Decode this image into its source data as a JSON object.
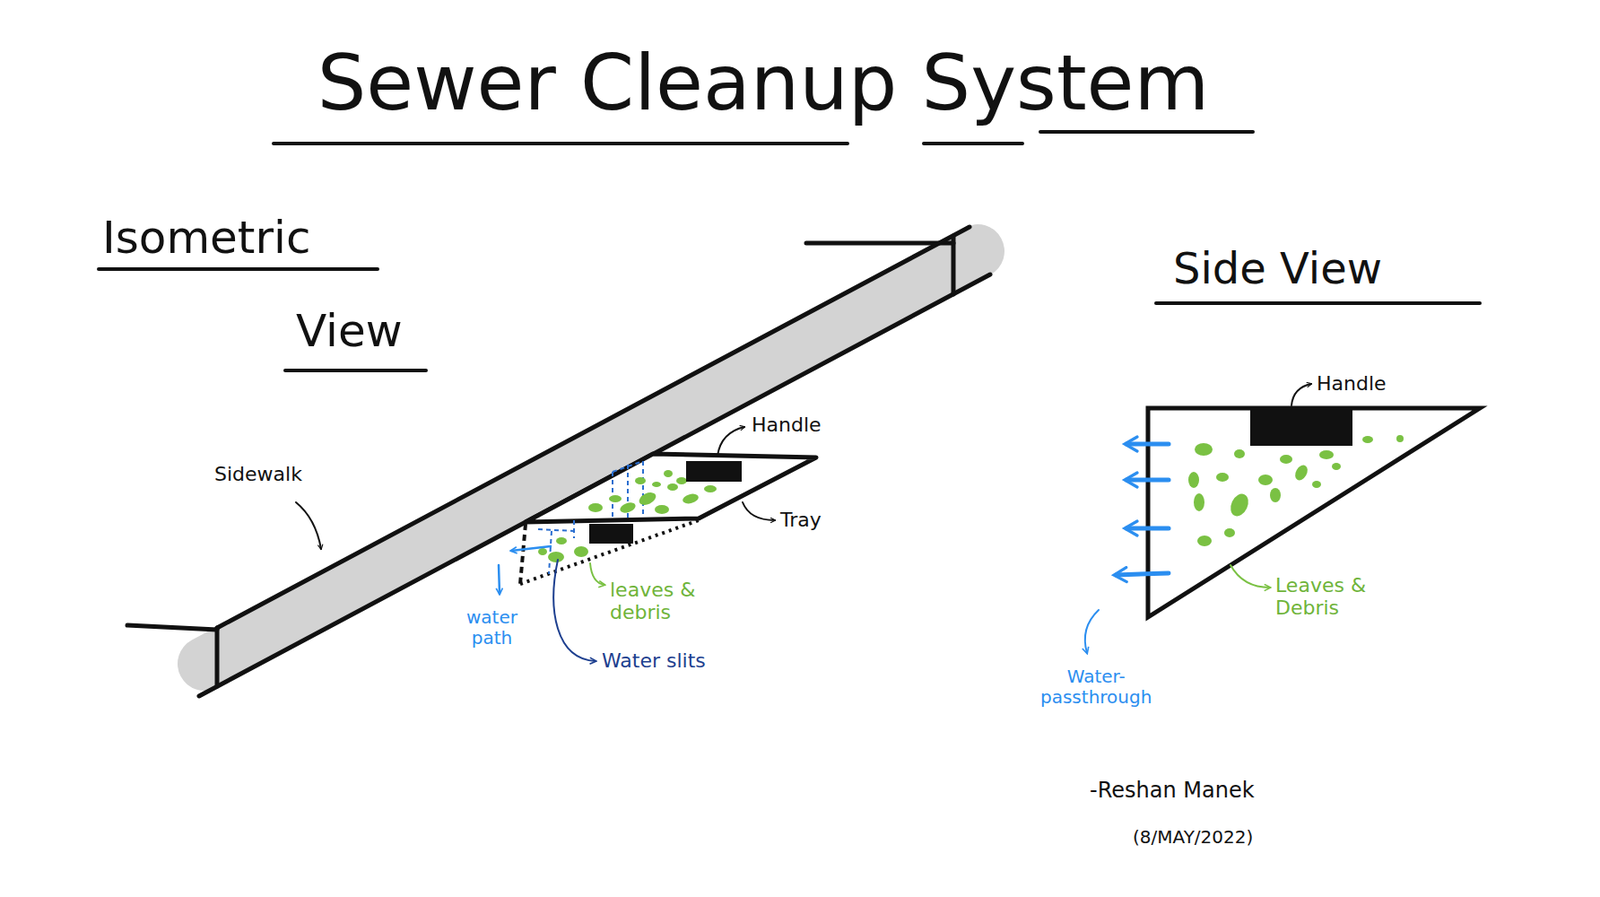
{
  "diagram": {
    "title": "Sewer Cleanup System",
    "labels": [
      "Isometric",
      "View",
      "Side View",
      "Sidewalk",
      "Handle",
      "Tray",
      "leaves & debris",
      "water path",
      "Water slits",
      "Handle",
      "Leaves & Debris",
      "Water-passthrough",
      "-Reshan Manek",
      "(8/MAY/2022)"
    ]
  }
}
